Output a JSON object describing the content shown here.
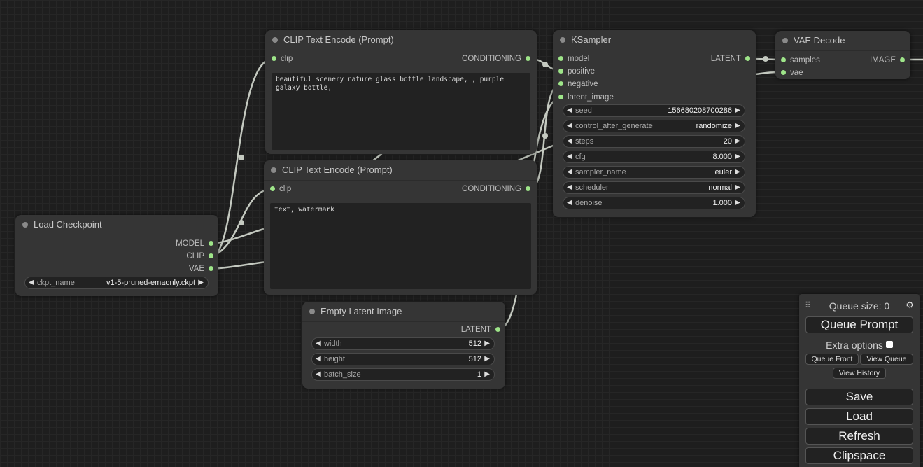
{
  "nodes": {
    "clip_top": {
      "title": "CLIP Text Encode (Prompt)",
      "input_clip": "clip",
      "output": "CONDITIONING",
      "text": "beautiful scenery nature glass bottle landscape, , purple galaxy bottle,"
    },
    "clip_bottom": {
      "title": "CLIP Text Encode (Prompt)",
      "input_clip": "clip",
      "output": "CONDITIONING",
      "text": "text, watermark"
    },
    "ksampler": {
      "title": "KSampler",
      "inputs": [
        "model",
        "positive",
        "negative",
        "latent_image"
      ],
      "output": "LATENT",
      "widgets": [
        {
          "label": "seed",
          "value": "156680208700286"
        },
        {
          "label": "control_after_generate",
          "value": "randomize"
        },
        {
          "label": "steps",
          "value": "20"
        },
        {
          "label": "cfg",
          "value": "8.000"
        },
        {
          "label": "sampler_name",
          "value": "euler"
        },
        {
          "label": "scheduler",
          "value": "normal"
        },
        {
          "label": "denoise",
          "value": "1.000"
        }
      ]
    },
    "vae_decode": {
      "title": "VAE Decode",
      "inputs": [
        "samples",
        "vae"
      ],
      "output": "IMAGE"
    },
    "load_checkpoint": {
      "title": "Load Checkpoint",
      "outputs": [
        "MODEL",
        "CLIP",
        "VAE"
      ],
      "widget": {
        "label": "ckpt_name",
        "value": "v1-5-pruned-emaonly.ckpt"
      }
    },
    "empty_latent": {
      "title": "Empty Latent Image",
      "output": "LATENT",
      "widgets": [
        {
          "label": "width",
          "value": "512"
        },
        {
          "label": "height",
          "value": "512"
        },
        {
          "label": "batch_size",
          "value": "1"
        }
      ]
    }
  },
  "queue_panel": {
    "queue_size": "Queue size: 0",
    "queue_prompt": "Queue Prompt",
    "extra_options": "Extra options",
    "queue_front": "Queue Front",
    "view_queue": "View Queue",
    "view_history": "View History",
    "save": "Save",
    "load": "Load",
    "refresh": "Refresh",
    "clipspace": "Clipspace"
  },
  "icons": {
    "arrow_left": "◀",
    "arrow_right": "▶",
    "gear": "⚙",
    "drag": "⠿"
  },
  "colors": {
    "canvas_bg": "#1e1e1e",
    "node_bg": "#353535",
    "pin": "#9ee589",
    "link": "#c8cfc4"
  }
}
